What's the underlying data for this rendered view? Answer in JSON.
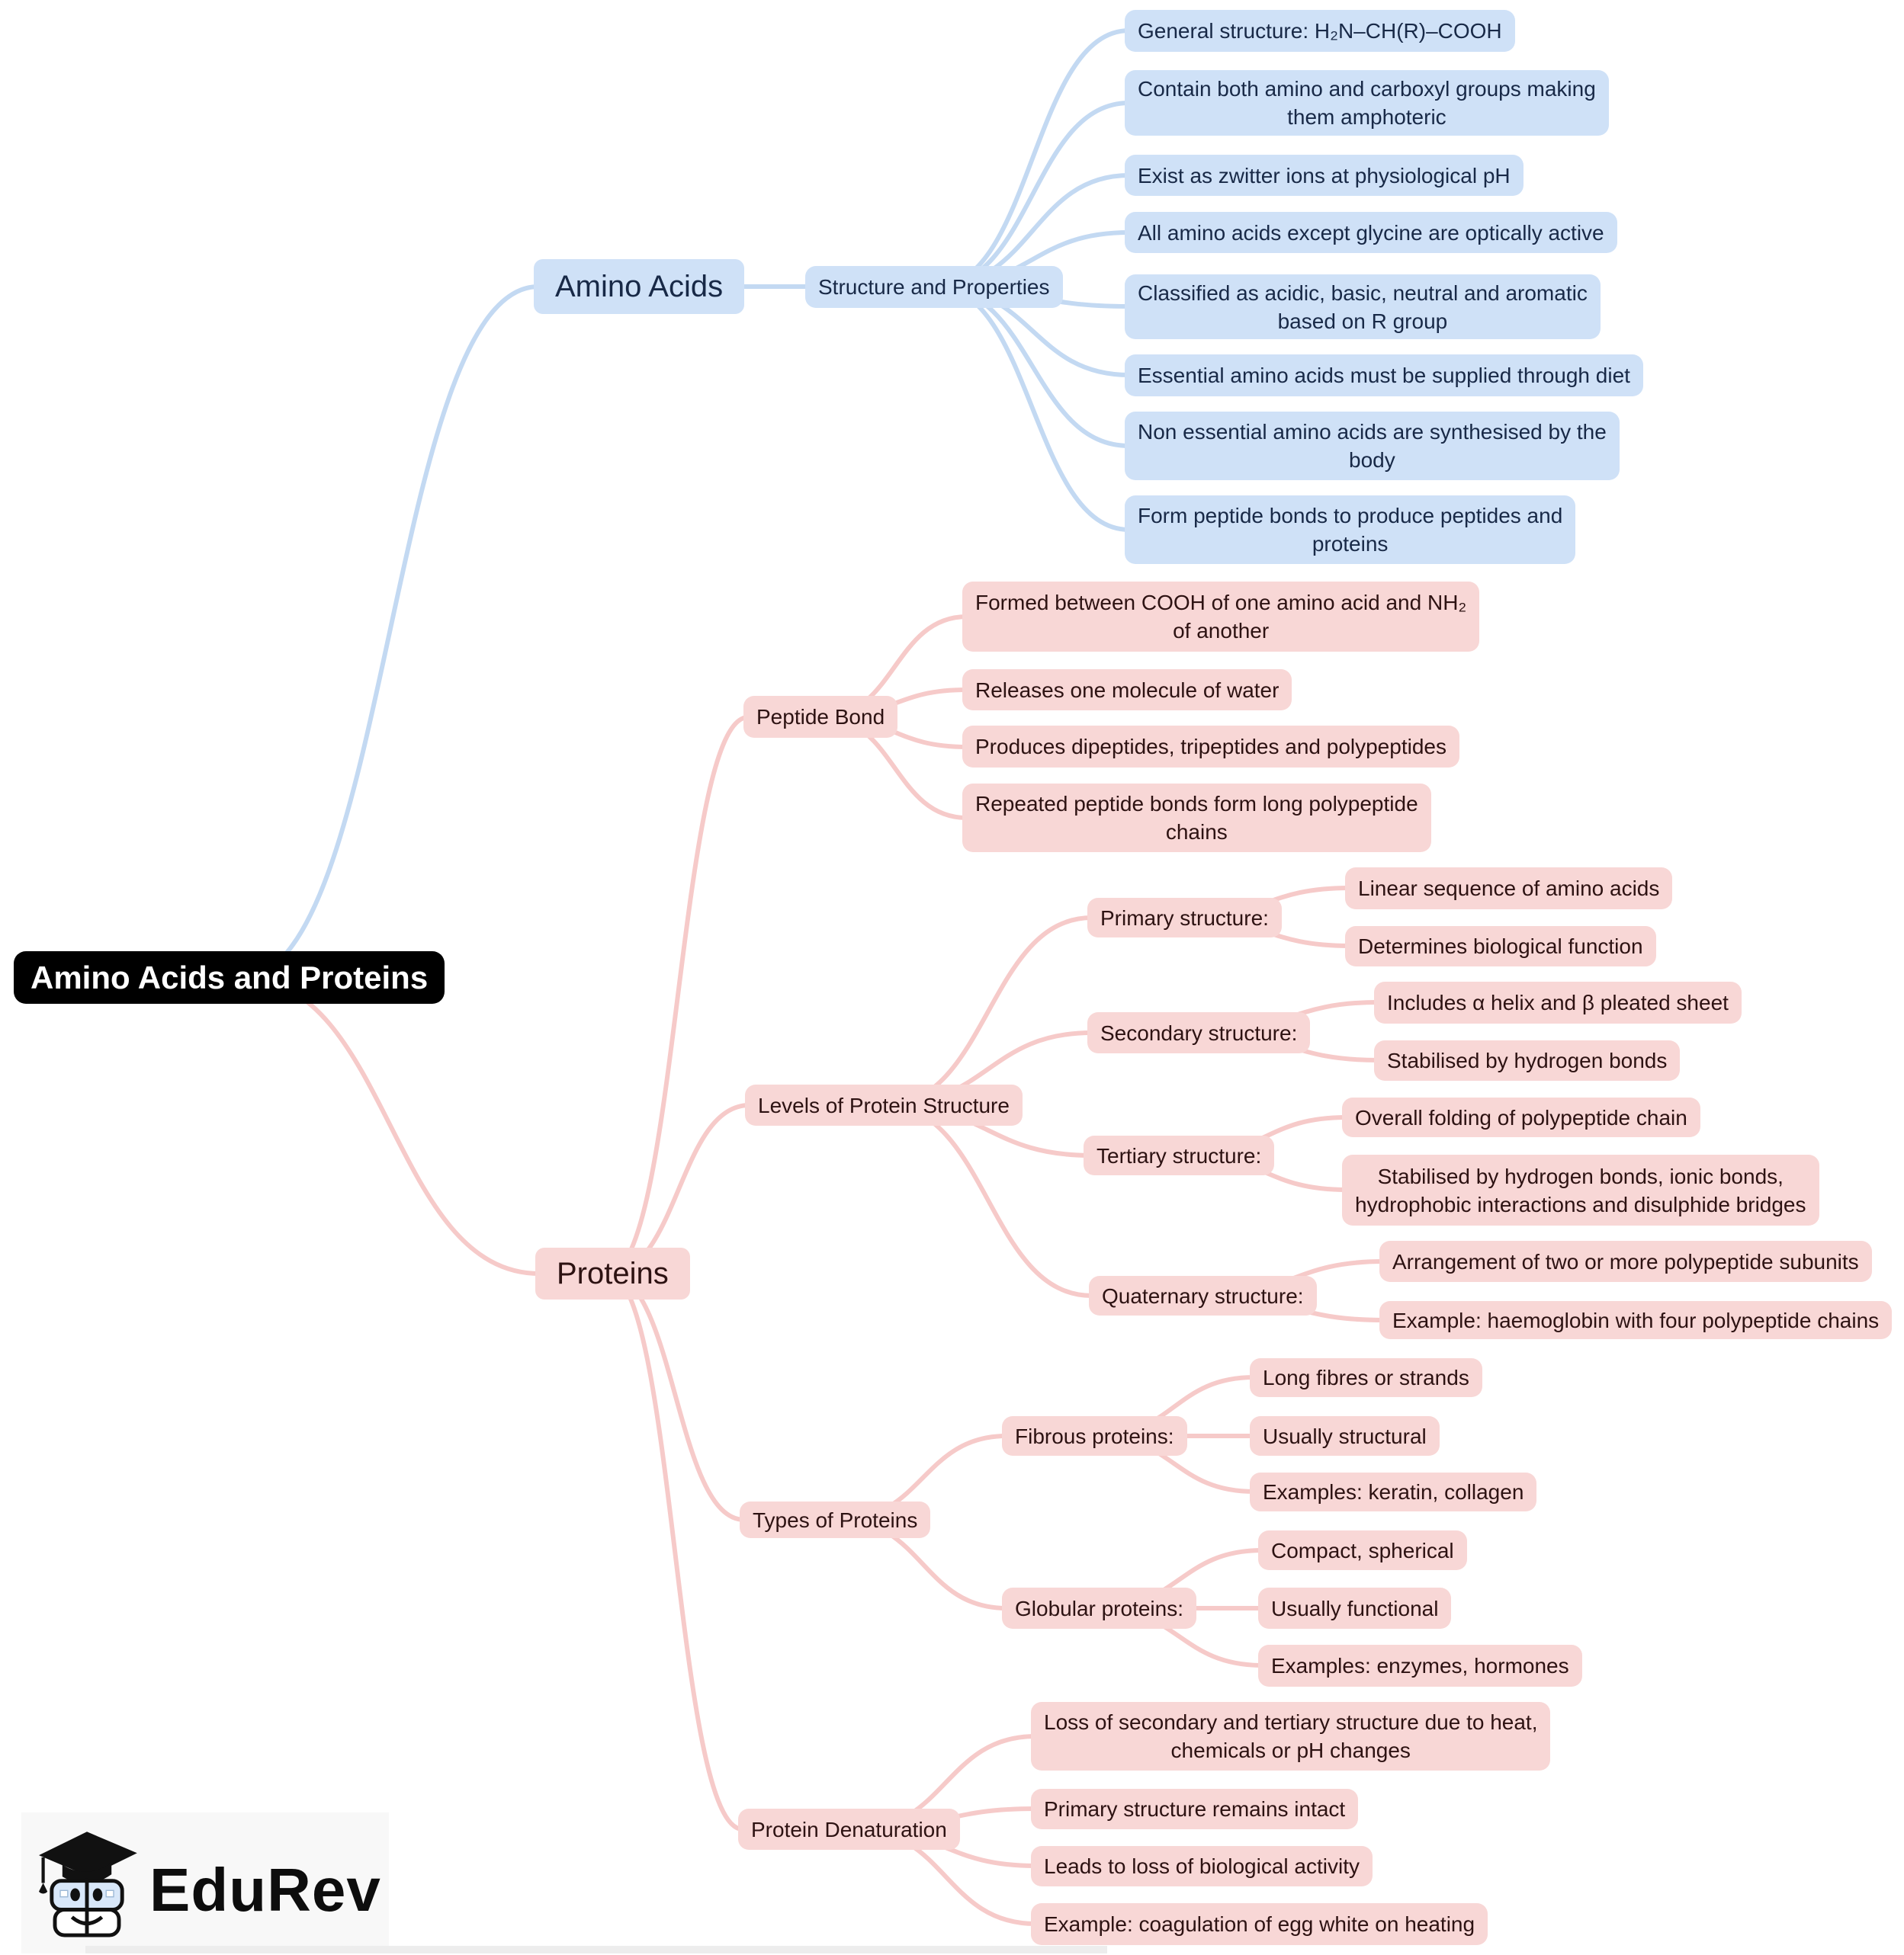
{
  "title_node": "Amino Acids and Proteins",
  "amino_acids": {
    "label": "Amino Acids",
    "structure_and_properties": {
      "label": "Structure and Properties",
      "points": [
        "General structure: H₂N–CH(R)–COOH",
        "Contain both amino and carboxyl groups making\nthem amphoteric",
        "Exist as zwitter ions at physiological pH",
        "All amino acids except glycine are optically active",
        "Classified as acidic, basic, neutral and aromatic\nbased on R group",
        "Essential amino acids must be supplied through diet",
        "Non essential amino acids are synthesised by the\nbody",
        "Form peptide bonds to produce peptides and\nproteins"
      ]
    }
  },
  "proteins": {
    "label": "Proteins",
    "peptide_bond": {
      "label": "Peptide Bond",
      "points": [
        "Formed between COOH of one amino acid and NH₂\nof another",
        "Releases one molecule of water",
        "Produces dipeptides, tripeptides and polypeptides",
        "Repeated peptide bonds form long polypeptide\nchains"
      ]
    },
    "levels_of_protein_structure": {
      "label": "Levels of Protein Structure",
      "primary": {
        "label": "Primary structure:",
        "points": [
          "Linear sequence of amino acids",
          "Determines biological function"
        ]
      },
      "secondary": {
        "label": "Secondary structure:",
        "points": [
          "Includes α helix and β pleated sheet",
          "Stabilised by hydrogen bonds"
        ]
      },
      "tertiary": {
        "label": "Tertiary structure:",
        "points": [
          "Overall folding of polypeptide chain",
          "Stabilised by hydrogen bonds, ionic bonds,\nhydrophobic interactions and disulphide bridges"
        ]
      },
      "quaternary": {
        "label": "Quaternary structure:",
        "points": [
          "Arrangement of two or more polypeptide subunits",
          "Example: haemoglobin with four polypeptide chains"
        ]
      }
    },
    "types_of_proteins": {
      "label": "Types of Proteins",
      "fibrous": {
        "label": "Fibrous proteins:",
        "points": [
          "Long fibres or strands",
          "Usually structural",
          "Examples: keratin, collagen"
        ]
      },
      "globular": {
        "label": "Globular proteins:",
        "points": [
          "Compact, spherical",
          "Usually functional",
          "Examples: enzymes, hormones"
        ]
      }
    },
    "protein_denaturation": {
      "label": "Protein Denaturation",
      "points": [
        "Loss of secondary and tertiary structure due to heat,\nchemicals or pH changes",
        "Primary structure remains intact",
        "Leads to loss of biological activity",
        "Example: coagulation of egg white on heating"
      ]
    }
  },
  "logo": {
    "text": "EduRev"
  },
  "colors": {
    "node_blue": "#cfe1f7",
    "node_pink": "#f8d7d6",
    "line_blue": "#c3d9f2",
    "line_pink": "#f6cac9",
    "text_blue": "#182947",
    "text_pink": "#2d1212",
    "root_bg": "#000000",
    "root_text": "#ffffff"
  }
}
